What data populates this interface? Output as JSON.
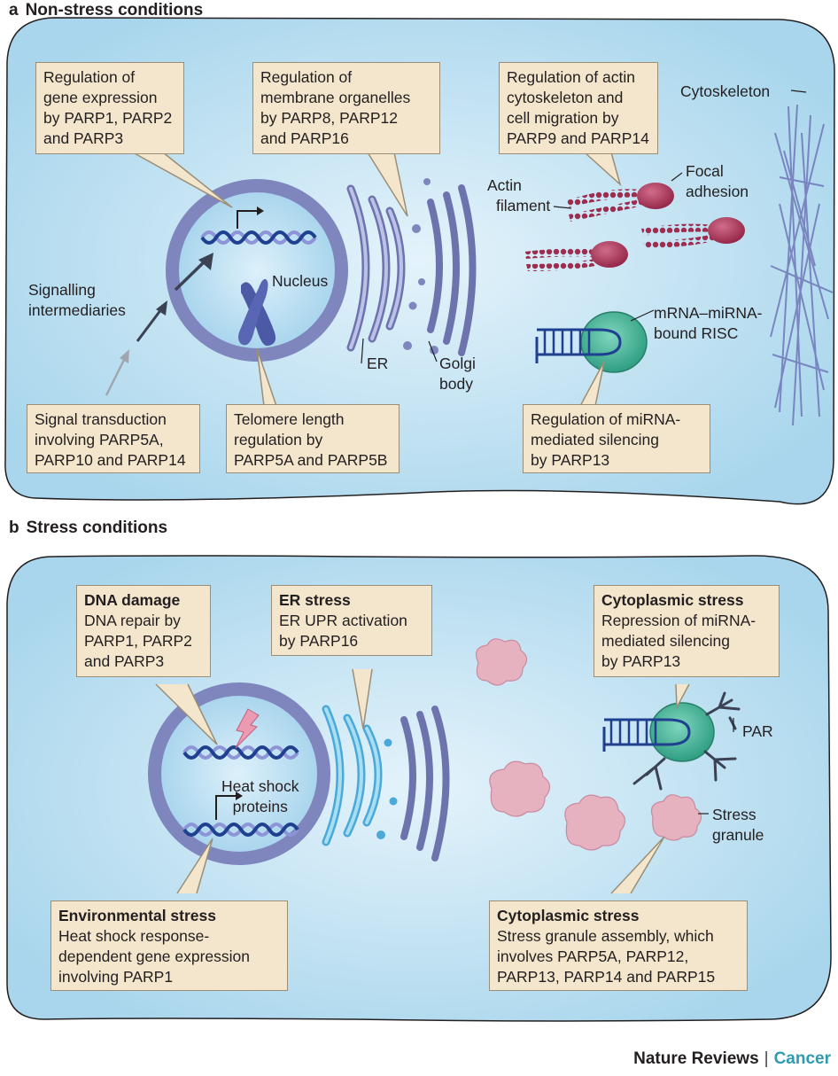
{
  "panel_a": {
    "letter": "a",
    "title": "Non-stress conditions",
    "boxes": {
      "gene_expression": [
        "Regulation of",
        "gene expression",
        "by PARP1, PARP2",
        "and PARP3"
      ],
      "membrane_organelles": [
        "Regulation of",
        "membrane organelles",
        "by PARP8, PARP12",
        "and PARP16"
      ],
      "actin": [
        "Regulation of actin",
        "cytoskeleton and",
        "cell migration by",
        "PARP9 and PARP14"
      ],
      "signal_transduction": [
        "Signal transduction",
        "involving PARP5A,",
        "PARP10 and PARP14"
      ],
      "telomere": [
        "Telomere length",
        "regulation by",
        "PARP5A and PARP5B"
      ],
      "mirna": [
        "Regulation of miRNA-",
        "mediated silencing",
        "by PARP13"
      ]
    },
    "labels": {
      "cytoskeleton": "Cytoskeleton",
      "actin_filament": [
        "Actin",
        "filament"
      ],
      "focal_adhesion": [
        "Focal",
        "adhesion"
      ],
      "nucleus": "Nucleus",
      "signalling": [
        "Signalling",
        "intermediaries"
      ],
      "er": "ER",
      "golgi": [
        "Golgi",
        "body"
      ],
      "risc": [
        "mRNA–miRNA-",
        "bound RISC"
      ]
    }
  },
  "panel_b": {
    "letter": "b",
    "title": "Stress conditions",
    "boxes": {
      "dna_damage": {
        "title": "DNA damage",
        "lines": [
          "DNA repair by",
          "PARP1, PARP2",
          "and PARP3"
        ]
      },
      "er_stress": {
        "title": "ER stress",
        "lines": [
          "ER UPR activation",
          "by PARP16"
        ]
      },
      "cyto_stress_top": {
        "title": "Cytoplasmic stress",
        "lines": [
          "Repression of miRNA-",
          "mediated silencing",
          "by PARP13"
        ]
      },
      "environmental": {
        "title": "Environmental stress",
        "lines": [
          "Heat shock response-",
          "dependent gene expression",
          "involving PARP1"
        ]
      },
      "cyto_stress_bottom": {
        "title": "Cytoplasmic stress",
        "lines": [
          "Stress granule assembly, which",
          "involves PARP5A, PARP12,",
          "PARP13, PARP14 and PARP15"
        ]
      }
    },
    "labels": {
      "heat_shock": [
        "Heat shock",
        "proteins"
      ],
      "par": "PAR",
      "stress_granule": [
        "Stress",
        "granule"
      ]
    }
  },
  "credit": {
    "journal_a": "Nature Reviews",
    "separator": "|",
    "journal_b": "Cancer"
  },
  "colors": {
    "cell_fill": "#bfe1f1",
    "box_fill": "#f3e6cc",
    "nucleus": "#7f85bd",
    "dna_dark": "#1f3f8f",
    "dna_light": "#8d95d6",
    "actin": "#9c2d4f",
    "risc": "#3daf94",
    "granule": "#e6b2c0",
    "cyan": "#2f9bb0"
  }
}
